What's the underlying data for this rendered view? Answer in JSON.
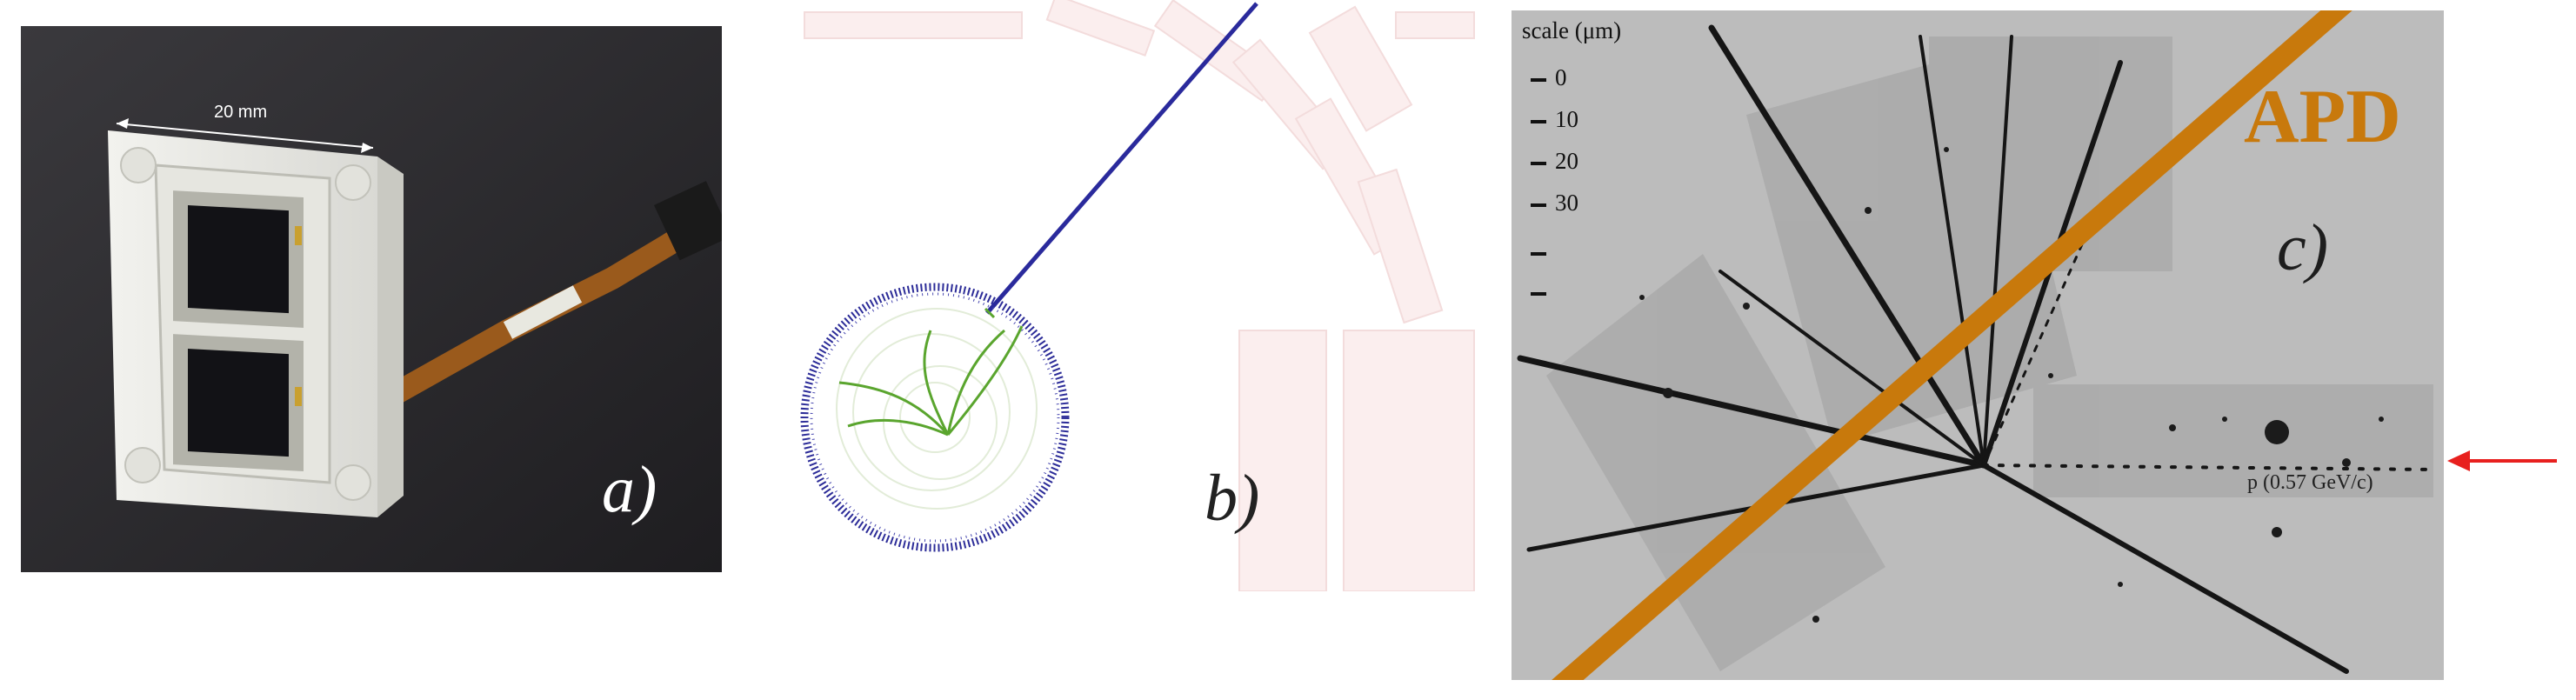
{
  "panel_a": {
    "label": "a)",
    "dimension_label": "20 mm"
  },
  "panel_b": {
    "label": "b)"
  },
  "panel_c": {
    "label": "c)",
    "scale_title": "scale (μm)",
    "scale_ticks": [
      "0",
      "10",
      "20",
      "30",
      "",
      ""
    ],
    "apd_label": "APD",
    "proton_label": "p (0.57 GeV/c)",
    "band_color": "#c8790c",
    "arrow_color": "#e8201e"
  }
}
